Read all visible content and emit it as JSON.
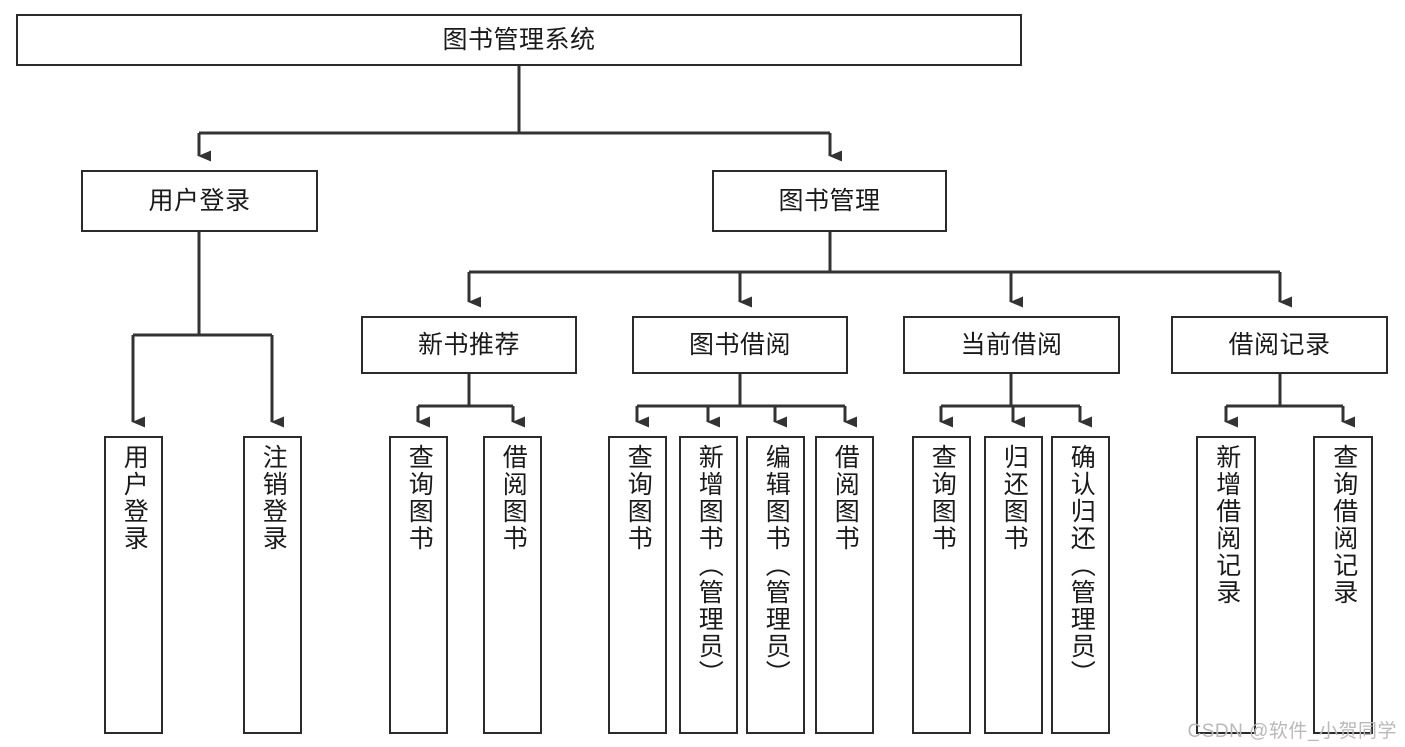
{
  "diagram": {
    "type": "tree-hierarchy-chart",
    "title": "图书管理系统",
    "watermark": "CSDN @软件_小贺同学",
    "colors": {
      "box_border": "#2b2b2b",
      "box_fill": "#ffffff",
      "connector": "#333333",
      "text": "#1a1a1a",
      "watermark": "#b9b9b9"
    },
    "root": {
      "label": "图书管理系统"
    },
    "level2": [
      {
        "label": "用户登录"
      },
      {
        "label": "图书管理"
      }
    ],
    "level3": [
      {
        "label": "新书推荐"
      },
      {
        "label": "图书借阅"
      },
      {
        "label": "当前借阅"
      },
      {
        "label": "借阅记录"
      }
    ],
    "leaves": {
      "user_login": [
        {
          "label": "用户登录"
        },
        {
          "label": "注销登录"
        }
      ],
      "new_book_recommend": [
        {
          "label": "查询图书"
        },
        {
          "label": "借阅图书"
        }
      ],
      "book_borrow": [
        {
          "label": "查询图书"
        },
        {
          "label": "新增图书（管理员）"
        },
        {
          "label": "编辑图书（管理员）"
        },
        {
          "label": "借阅图书"
        }
      ],
      "current_borrow": [
        {
          "label": "查询图书"
        },
        {
          "label": "归还图书"
        },
        {
          "label": "确认归还（管理员）"
        }
      ],
      "borrow_record": [
        {
          "label": "新增借阅记录"
        },
        {
          "label": "查询借阅记录"
        }
      ]
    }
  }
}
